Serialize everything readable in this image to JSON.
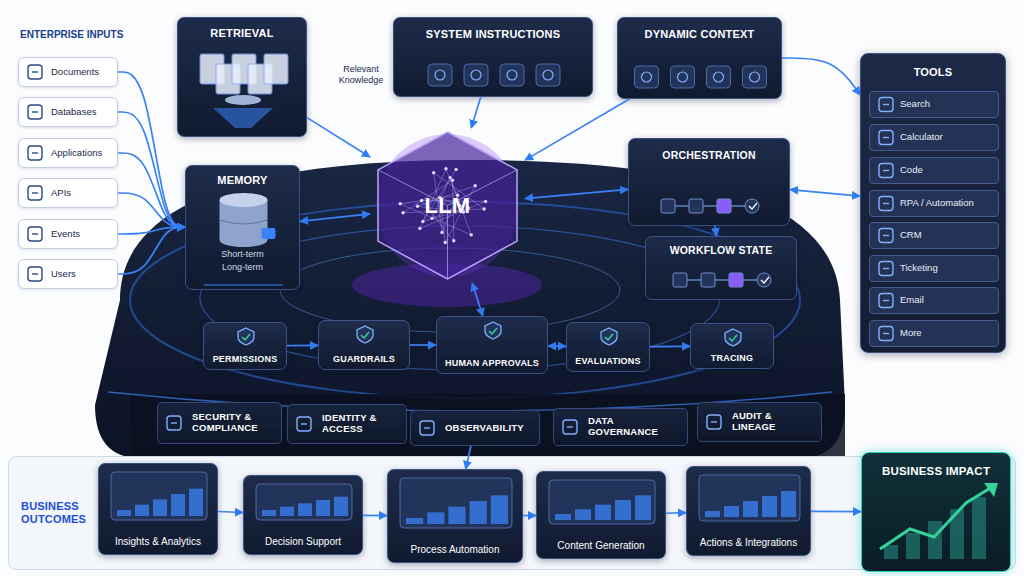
{
  "diagram": {
    "nodes": [
      {
        "text": [
          "Documents"
        ]
      },
      {
        "text": [
          "Databases"
        ]
      },
      {
        "text": [
          "Applications"
        ]
      },
      {
        "text": [
          "APIs"
        ]
      },
      {
        "text": [
          "Events"
        ]
      },
      {
        "text": [
          "Users"
        ]
      },
      {
        "text": [
          "RETRIEVAL"
        ]
      },
      {
        "text": [
          "SYSTEM INSTRUCTIONS"
        ]
      },
      {
        "text": [
          "DYNAMIC CONTEXT"
        ]
      },
      {
        "text": [
          "TOOLS"
        ]
      },
      {
        "text": [
          "Search"
        ],
        "in": 9
      },
      {
        "text": [
          "Calculator"
        ],
        "in": 9
      },
      {
        "text": [
          "Code"
        ],
        "in": 9
      },
      {
        "text": [
          "RPA / Automation"
        ],
        "in": 9
      },
      {
        "text": [
          "CRM"
        ],
        "in": 9
      },
      {
        "text": [
          "Ticketing"
        ],
        "in": 9
      },
      {
        "text": [
          "Email"
        ],
        "in": 9
      },
      {
        "text": [
          "More"
        ],
        "in": 9
      },
      {
        "text": [
          "MEMORY",
          "Short-term",
          "Long-term"
        ]
      },
      {
        "text": [
          "LLM"
        ]
      },
      {
        "text": [
          "ORCHESTRATION"
        ]
      },
      {
        "text": [
          "WORKFLOW STATE"
        ]
      },
      {
        "text": [
          "PERMISSIONS"
        ]
      },
      {
        "text": [
          "GUARDRAILS"
        ]
      },
      {
        "text": [
          "HUMAN APPROVALS"
        ]
      },
      {
        "text": [
          "EVALUATIONS"
        ]
      },
      {
        "text": [
          "TRACING"
        ]
      },
      {
        "text": [
          "SECURITY & COMPLIANCE"
        ]
      },
      {
        "text": [
          "IDENTITY & ACCESS"
        ]
      },
      {
        "text": [
          "OBSERVABILITY"
        ]
      },
      {
        "text": [
          "DATA GOVERNANCE"
        ]
      },
      {
        "text": [
          "AUDIT & LINEAGE"
        ]
      },
      {
        "text": [
          "BUSINESS OUTCOMES"
        ]
      },
      {
        "text": [
          "Insights & Analytics"
        ],
        "in": 32
      },
      {
        "text": [
          "Decision Support"
        ],
        "in": 32
      },
      {
        "text": [
          "Process Automation"
        ],
        "in": 32
      },
      {
        "text": [
          "Content Generation"
        ],
        "in": 32
      },
      {
        "text": [
          "Actions & Integrations"
        ],
        "in": 32
      },
      {
        "text": [
          "BUSINESS IMPACT"
        ],
        "in": 32
      }
    ],
    "edges": [
      {
        "from": 6,
        "to": 19,
        "label": "Relevant Knowledge",
        "arrow": "to"
      },
      {
        "from": 7,
        "to": 19,
        "arrow": "to"
      },
      {
        "from": 8,
        "to": 19,
        "arrow": "to"
      },
      {
        "from": 8,
        "to": 9,
        "arrow": "to"
      },
      {
        "from": 0,
        "to": 18,
        "arrow": "to"
      },
      {
        "from": 1,
        "to": 18,
        "arrow": "to"
      },
      {
        "from": 2,
        "to": 18,
        "arrow": "to"
      },
      {
        "from": 3,
        "to": 18,
        "arrow": "to"
      },
      {
        "from": 4,
        "to": 18,
        "arrow": "to"
      },
      {
        "from": 5,
        "to": 18,
        "arrow": "to"
      },
      {
        "from": 18,
        "to": 19,
        "arrow": "both"
      },
      {
        "from": 19,
        "to": 20,
        "arrow": "both"
      },
      {
        "from": 20,
        "to": 21,
        "arrow": "to"
      },
      {
        "from": 9,
        "to": 20,
        "arrow": "both"
      },
      {
        "from": 22,
        "to": 23,
        "arrow": "to"
      },
      {
        "from": 23,
        "to": 24,
        "arrow": "to"
      },
      {
        "from": 24,
        "to": 25,
        "arrow": "both"
      },
      {
        "from": 25,
        "to": 26,
        "arrow": "to"
      },
      {
        "from": 19,
        "to": 24,
        "arrow": "both"
      },
      {
        "from": 29,
        "to": 35,
        "arrow": "to"
      },
      {
        "from": 33,
        "to": 34,
        "arrow": "to"
      },
      {
        "from": 34,
        "to": 35,
        "arrow": "to"
      },
      {
        "from": 35,
        "to": 36,
        "arrow": "to"
      },
      {
        "from": 36,
        "to": 37,
        "arrow": "to"
      },
      {
        "from": 37,
        "to": 38,
        "arrow": "to"
      }
    ],
    "labels": [
      "ENTERPRISE INPUTS"
    ]
  }
}
